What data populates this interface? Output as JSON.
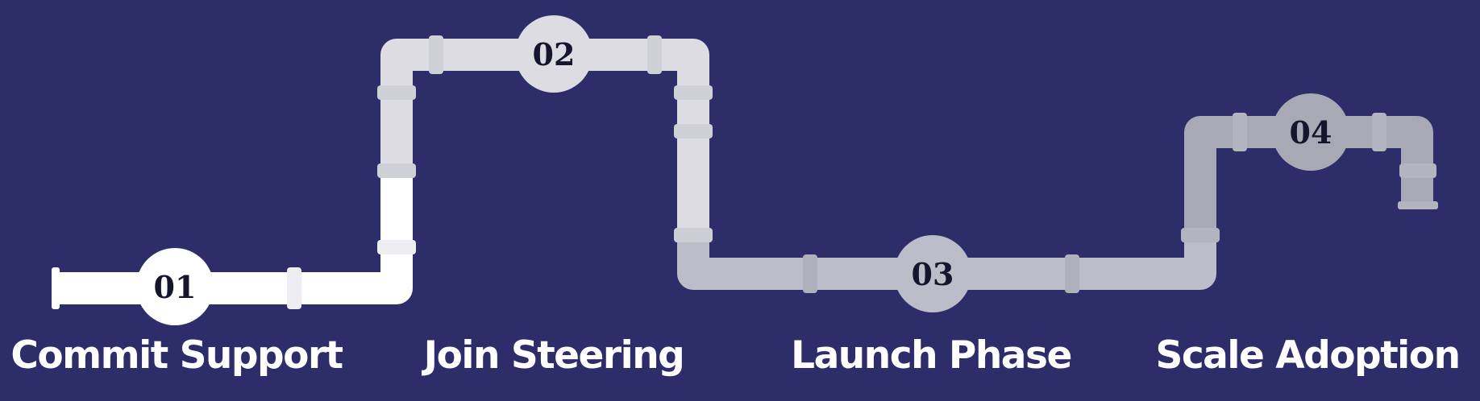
{
  "colors": {
    "background": "#2d2d69",
    "stage1": "#ffffff",
    "stage2": "#dcdce2",
    "stage3": "#bdbdc9",
    "stage4": "#a9a9b6",
    "number_text": "#15152e",
    "label_text": "#ffffff"
  },
  "steps": [
    {
      "number": "01",
      "label": "Commit Support"
    },
    {
      "number": "02",
      "label": "Join Steering"
    },
    {
      "number": "03",
      "label": "Launch Phase"
    },
    {
      "number": "04",
      "label": "Scale Adoption"
    }
  ]
}
